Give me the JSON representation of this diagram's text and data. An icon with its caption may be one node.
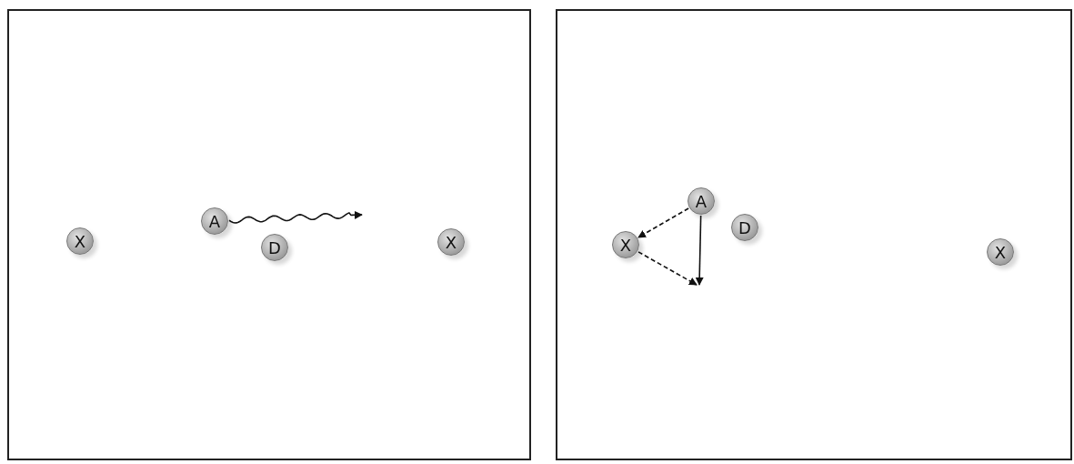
{
  "diagram": {
    "nodes": [
      {
        "text": [],
        "shape": "box"
      },
      {
        "text": [
          "X"
        ],
        "in": 0
      },
      {
        "text": [
          "A"
        ],
        "in": 0
      },
      {
        "text": [
          "D"
        ],
        "in": 0
      },
      {
        "text": [
          "X"
        ],
        "in": 0
      },
      {
        "text": [],
        "shape": "box"
      },
      {
        "text": [
          "A"
        ],
        "in": 5
      },
      {
        "text": [
          "D"
        ],
        "in": 5
      },
      {
        "text": [
          "X"
        ],
        "in": 5
      },
      {
        "text": [
          "X"
        ],
        "in": 5
      }
    ],
    "edges": [
      {
        "from": 2,
        "to": null,
        "arrow": "to"
      },
      {
        "from": 6,
        "to": 8,
        "arrow": "to",
        "style": "dashed"
      },
      {
        "from": 6,
        "to": null,
        "arrow": "to"
      },
      {
        "from": 8,
        "to": null,
        "arrow": "to",
        "style": "dashed"
      }
    ]
  }
}
